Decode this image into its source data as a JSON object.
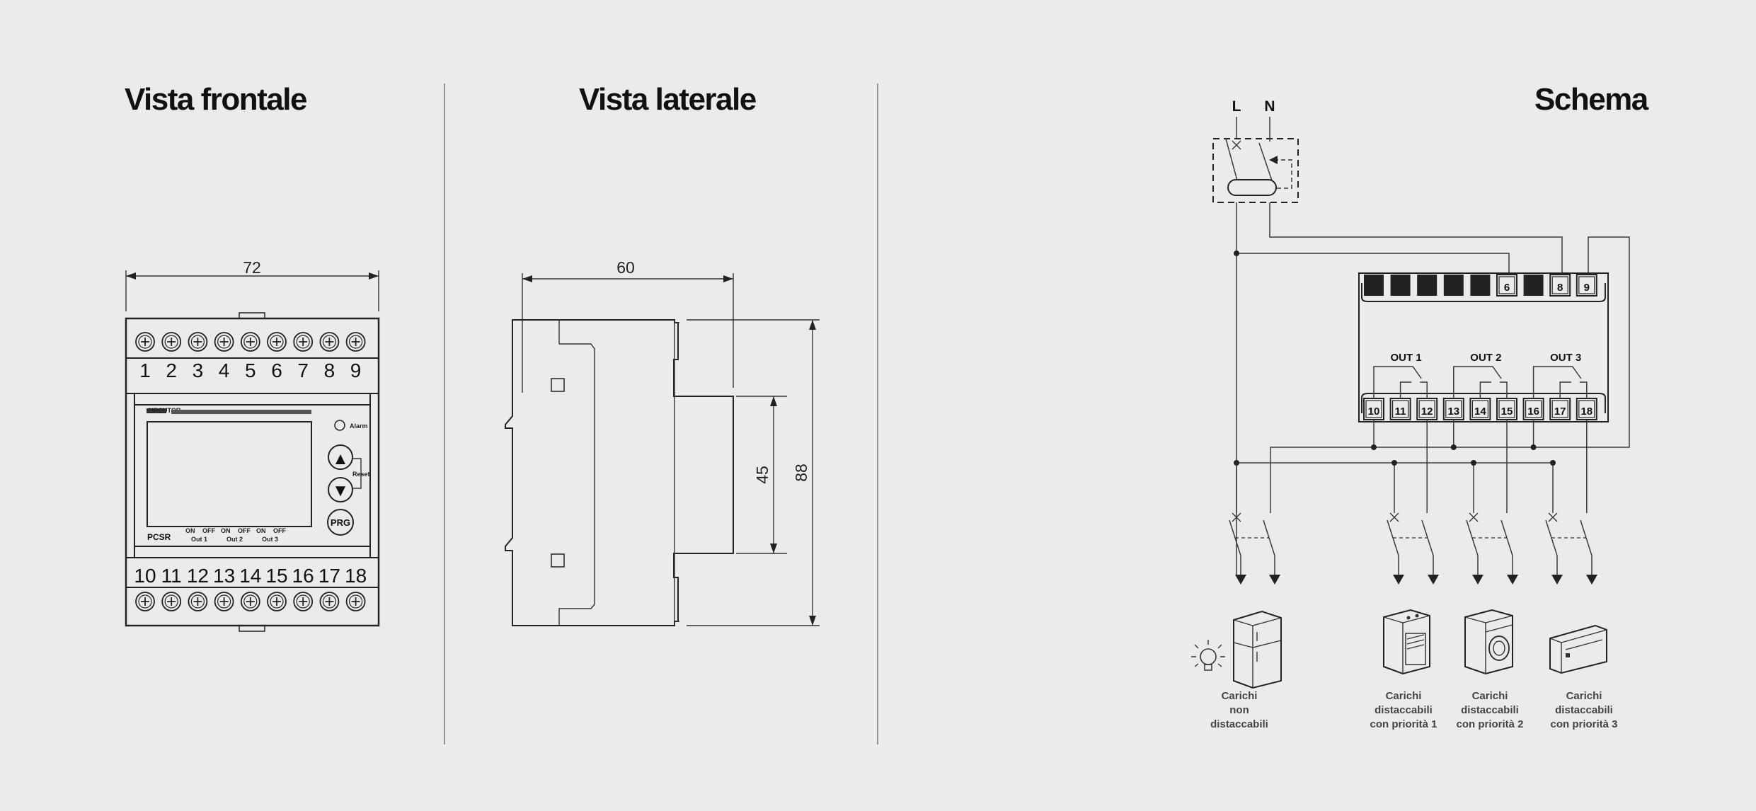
{
  "sections": {
    "front": {
      "title": "Vista frontale",
      "dim_width": "72"
    },
    "side": {
      "title": "Vista laterale",
      "dim_depth": "60",
      "dim_inner": "45",
      "dim_height": "88"
    },
    "schema": {
      "title": "Schema",
      "line_L": "L",
      "line_N": "N"
    }
  },
  "device": {
    "top_terminals": [
      "1",
      "2",
      "3",
      "4",
      "5",
      "6",
      "7",
      "8",
      "9"
    ],
    "bottom_terminals": [
      "10",
      "11",
      "12",
      "13",
      "14",
      "15",
      "16",
      "17",
      "18"
    ],
    "brand": "CIRCUTOR",
    "alarm_label": "Alarm",
    "reset_label": "Reset",
    "model": "PCSR",
    "btn_up": "▲",
    "btn_down": "▼",
    "btn_prg": "PRG",
    "out_indicators": [
      {
        "on": "ON",
        "off": "OFF",
        "name": "Out 1"
      },
      {
        "on": "ON",
        "off": "OFF",
        "name": "Out 2"
      },
      {
        "on": "ON",
        "off": "OFF",
        "name": "Out 3"
      }
    ]
  },
  "schema": {
    "top_row": [
      "",
      "",
      "",
      "",
      "",
      "6",
      "",
      "8",
      "9"
    ],
    "bottom_row": [
      "10",
      "11",
      "12",
      "13",
      "14",
      "15",
      "16",
      "17",
      "18"
    ],
    "outputs": [
      "OUT 1",
      "OUT 2",
      "OUT 3"
    ],
    "loads": [
      {
        "line1": "Carichi",
        "line2": "non",
        "line3": "distaccabili"
      },
      {
        "line1": "Carichi",
        "line2": "distaccabili",
        "line3": "con priorità 1"
      },
      {
        "line1": "Carichi",
        "line2": "distaccabili",
        "line3": "con priorità 2"
      },
      {
        "line1": "Carichi",
        "line2": "distaccabili",
        "line3": "con priorità 3"
      }
    ]
  }
}
